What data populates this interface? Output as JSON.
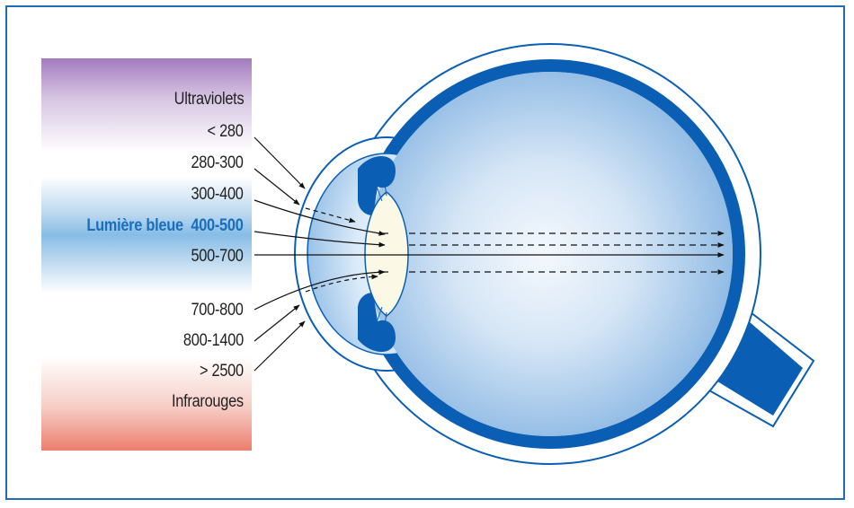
{
  "labels": {
    "uv": "Ultraviolets",
    "w1": "< 280",
    "w2": "280-300",
    "w3": "300-400",
    "blue_name": "Lumière bleue",
    "blue_range": "400-500",
    "w5": "500-700",
    "w6": "700-800",
    "w7": "800-1400",
    "w8": "> 2500",
    "ir": "Infrarouges"
  },
  "colors": {
    "eye_blue": "#0a5fb4",
    "text_blue": "#1a6fbd",
    "uv_purple": "#a37bbf",
    "ir_red": "#ec7d6d"
  }
}
